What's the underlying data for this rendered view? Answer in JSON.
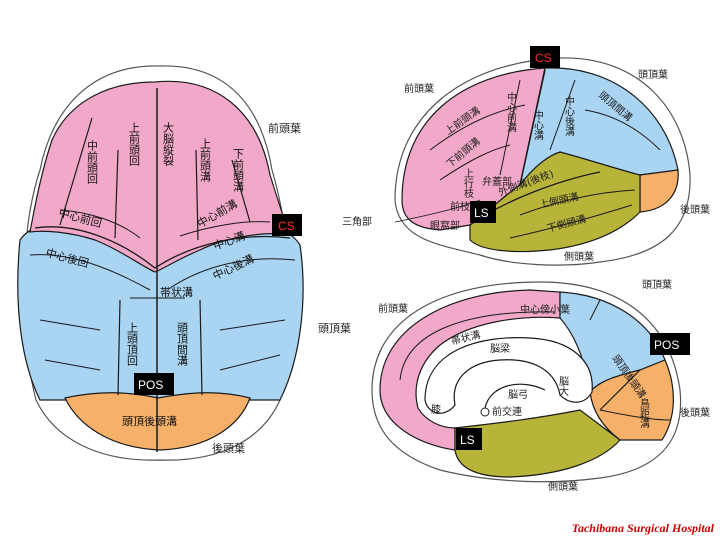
{
  "colors": {
    "frontal": "#f2a8c8",
    "parietal": "#a9d4f2",
    "occipital": "#f5b06a",
    "temporal": "#b8b43a",
    "outline": "#1a1a1a",
    "tag_bg": "#000000",
    "tag_cs": "#ff2a2a",
    "tag_white": "#ffffff",
    "credit": "#cc0000"
  },
  "top_view": {
    "lobe_labels": {
      "frontal": "前頭葉",
      "parietal": "頭頂葉",
      "occipital": "後頭葉"
    },
    "gyri": {
      "middle_frontal": "中前頭回",
      "superior_frontal": "上前頭回",
      "longitudinal_fissure": "大脳縦裂",
      "superior_frontal_sulcus": "上前頭溝",
      "inferior_frontal_sulcus": "下前頭溝",
      "precentral_sulcus": "中心前溝",
      "precentral_gyrus": "中心前回",
      "central_sulcus": "中心溝",
      "postcentral_gyrus": "中心後回",
      "postcentral_sulcus": "中心後溝",
      "cingulate_sulcus": "帯状溝",
      "superior_parietal": "上頭頂回",
      "intraparietal_sulcus": "頭頂間溝",
      "parieto_occipital_sulcus": "頭頂後頭溝"
    },
    "tags": {
      "cs": "CS",
      "pos": "POS"
    }
  },
  "lateral_view": {
    "lobe_labels": {
      "frontal": "前頭葉",
      "parietal": "頭頂葉",
      "occipital": "後頭葉",
      "temporal": "側頭葉"
    },
    "labels": {
      "superior_frontal_sulcus": "上前頭溝",
      "inferior_frontal_sulcus": "下前頭溝",
      "precentral_sulcus": "中心前溝",
      "central_sulcus": "中心溝",
      "postcentral_sulcus": "中心後溝",
      "intraparietal_sulcus": "頭頂間溝",
      "ascending_ramus": "上行枝",
      "opercular": "弁蓋部",
      "lateral_sulcus": "外側溝(後枝)",
      "anterior_ramus": "前枝",
      "triangular": "三角部",
      "orbital": "眼窩部",
      "superior_temporal_sulcus": "上側頭溝",
      "inferior_temporal_sulcus": "下側頭溝"
    },
    "tags": {
      "cs": "CS",
      "ls": "LS"
    }
  },
  "medial_view": {
    "lobe_labels": {
      "frontal": "前頭葉",
      "parietal": "頭頂葉",
      "occipital": "後頭葉",
      "temporal": "側頭葉"
    },
    "labels": {
      "paracentral": "中心傍小葉",
      "cingulate_sulcus": "帯状溝",
      "corpus_callosum": "脳梁",
      "fornix": "脳弓",
      "cerebral_peduncle": "脳大",
      "corpus_callosum_short": "膝",
      "anterior_commissure": "前交連",
      "parieto_occipital": "頭頂後頭溝",
      "calcarine": "鳥距溝"
    },
    "tags": {
      "pos": "POS",
      "ls": "LS"
    }
  },
  "credit": "Tachibana Surgical Hospital"
}
